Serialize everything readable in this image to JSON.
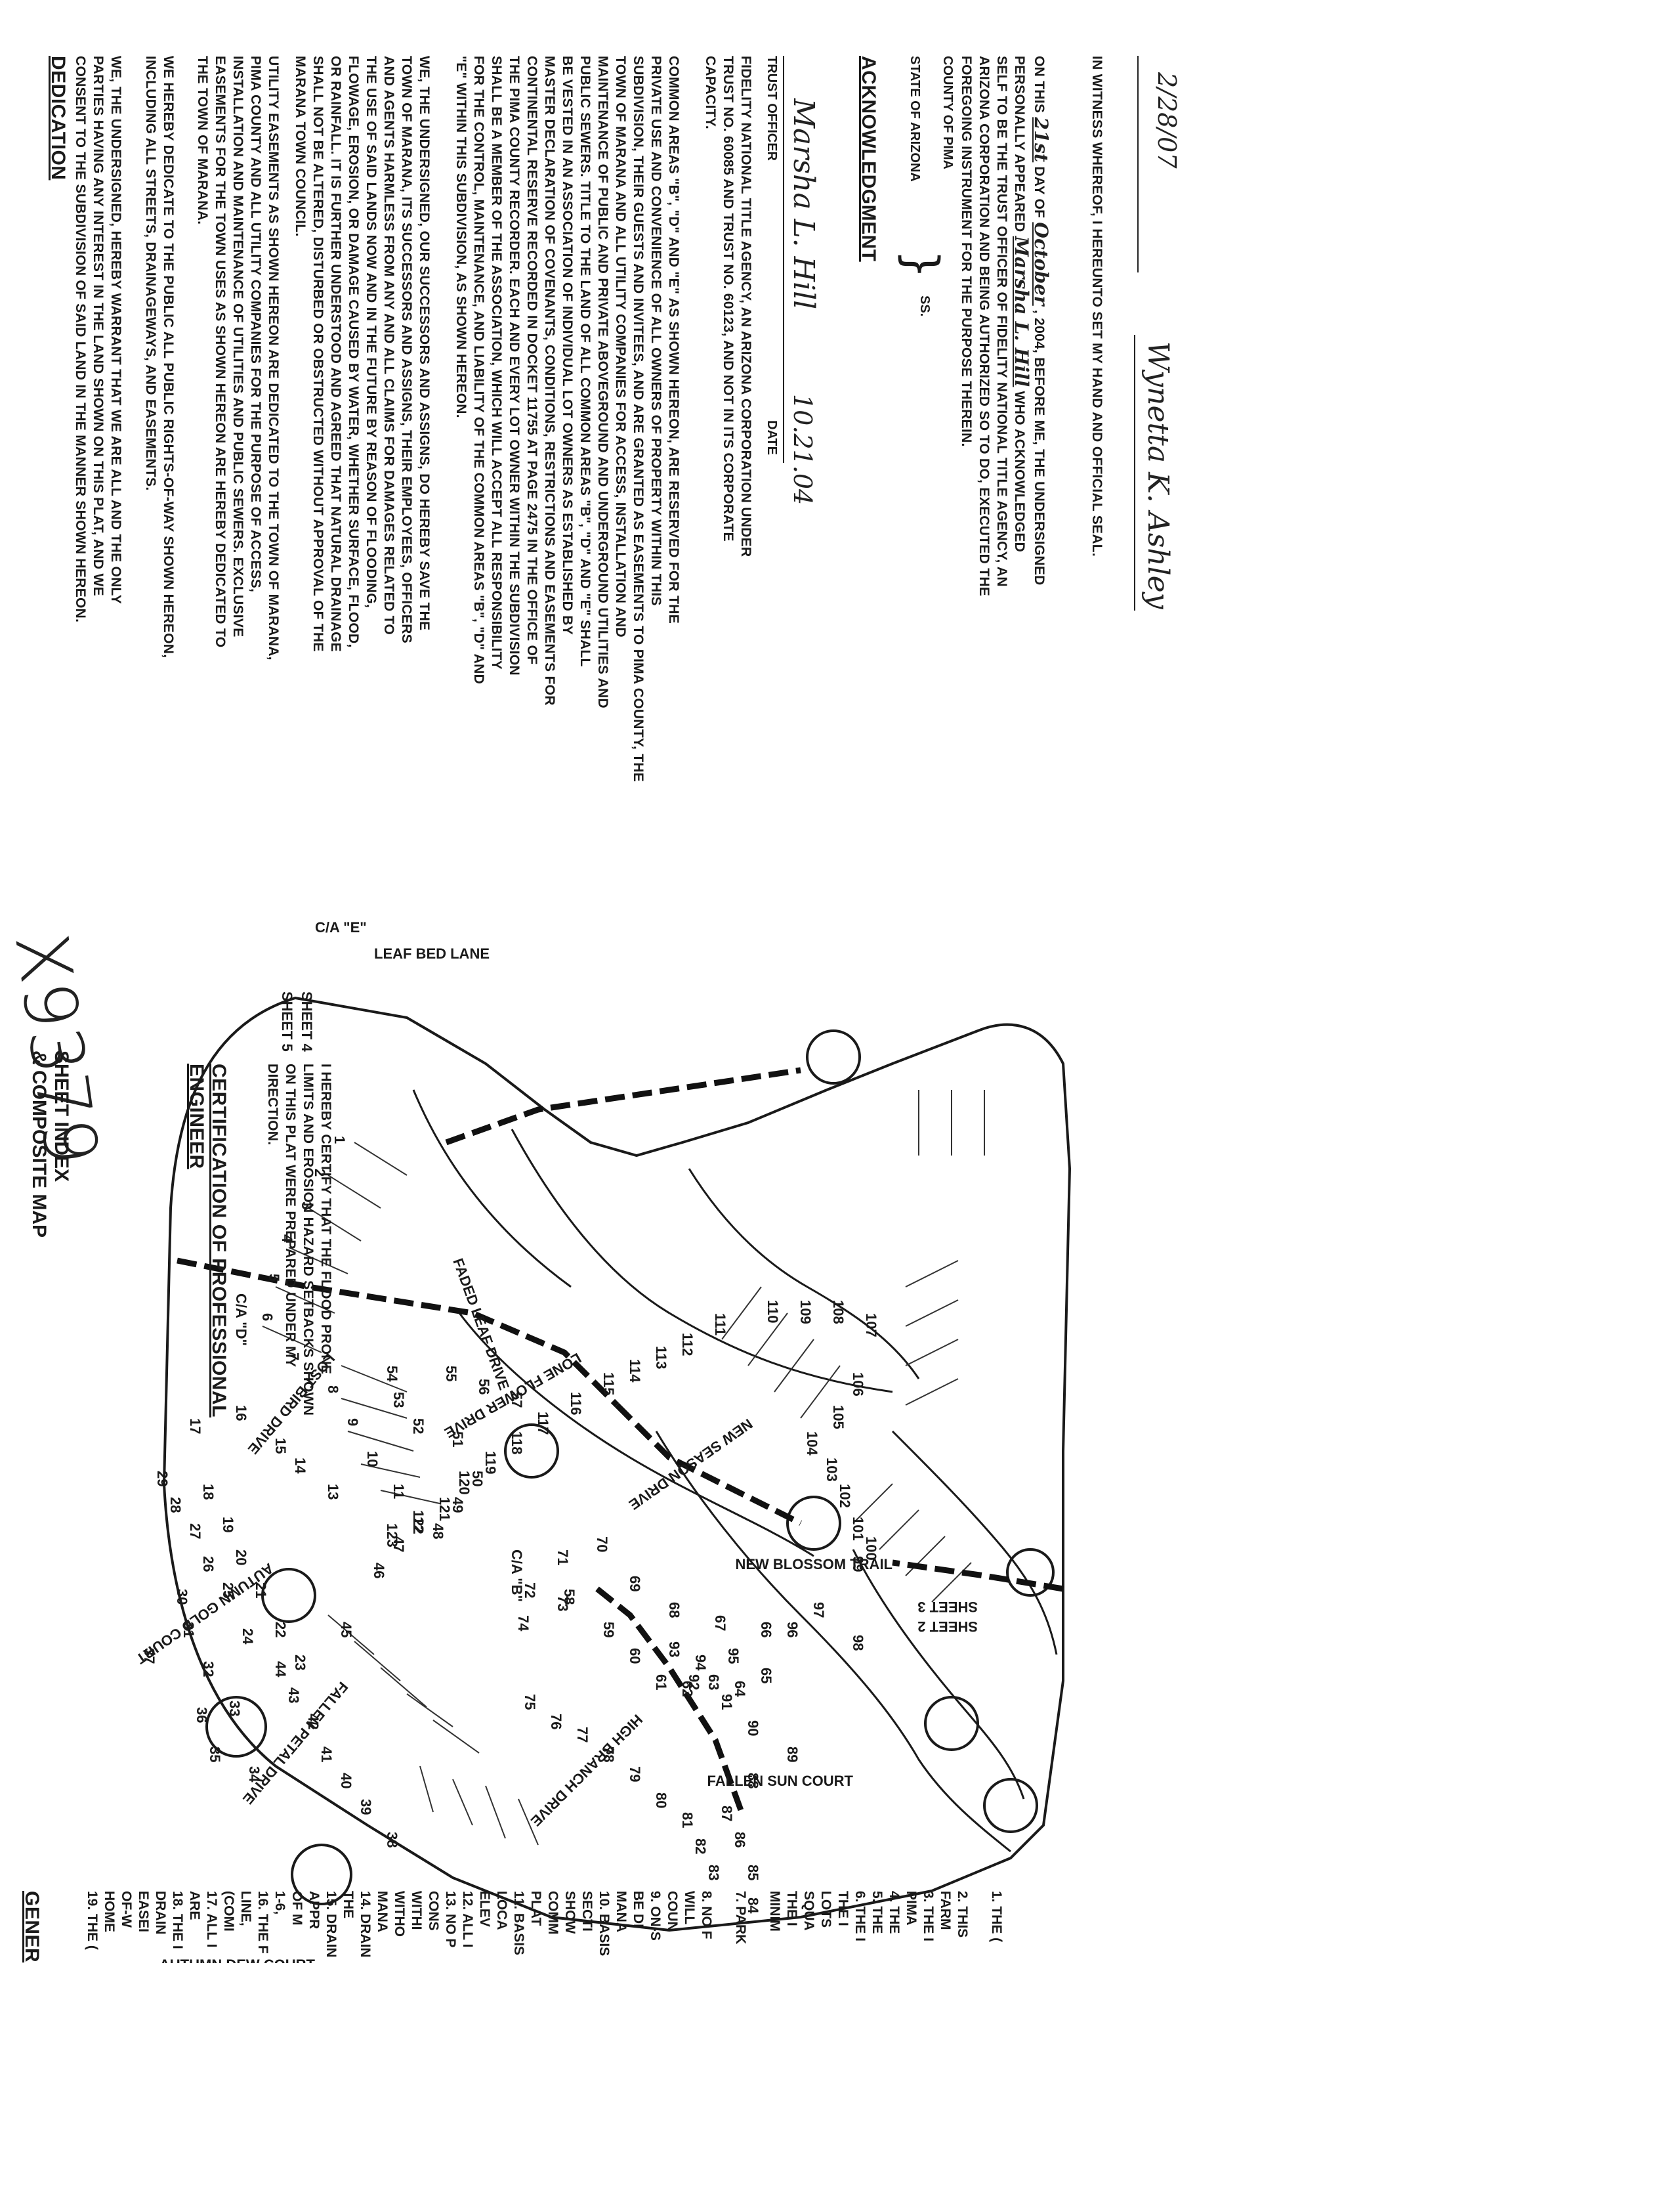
{
  "dedication": {
    "heading": "DEDICATION",
    "para1": [
      "WE, THE UNDERSIGNED, HEREBY WARRANT THAT WE ARE ALL AND THE ONLY",
      "PARTIES HAVING ANY INTEREST IN THE LAND SHOWN ON THIS PLAT, AND WE",
      "CONSENT TO THE SUBDIVISION OF SAID LAND IN THE MANNER SHOWN HEREON."
    ],
    "para2": [
      "WE HEREBY DEDICATE TO THE PUBLIC ALL PUBLIC RIGHTS-OF-WAY SHOWN HEREON,",
      "INCLUDING ALL STREETS, DRAINAGEWAYS, AND EASEMENTS."
    ],
    "para3": [
      "UTILITY EASEMENTS AS SHOWN HEREON ARE DEDICATED TO THE TOWN OF MARANA,",
      "PIMA COUNTY AND ALL UTILITY COMPANIES FOR THE PURPOSE OF ACCESS,",
      "INSTALLATION AND MAINTENANCE OF UTILITIES AND PUBLIC SEWERS. EXCLUSIVE",
      "EASEMENTS FOR THE TOWN USES AS SHOWN HEREON ARE HEREBY DEDICATED TO",
      "THE TOWN OF MARANA."
    ],
    "para4": [
      "WE, THE UNDERSIGNED, OUR SUCCESSORS AND ASSIGNS, DO HEREBY SAVE THE",
      "TOWN OF MARANA, ITS SUCCESSORS AND ASSIGNS, THEIR EMPLOYEES, OFFICERS",
      "AND AGENTS HARMLESS FROM ANY AND ALL CLAIMS FOR DAMAGES RELATED TO",
      "THE USE OF SAID LANDS NOW AND IN THE FUTURE BY REASON OF FLOODING,",
      "FLOWAGE, EROSION, OR DAMAGE CAUSED BY WATER, WHETHER SURFACE, FLOOD,",
      "OR RAINFALL. IT IS FURTHER UNDERSTOOD AND AGREED THAT NATURAL DRAINAGE",
      "SHALL NOT BE ALTERED, DISTURBED OR OBSTRUCTED WITHOUT APPROVAL OF THE",
      "MARANA TOWN COUNCIL."
    ],
    "para5": [
      "COMMON AREAS \"B\", \"D\" AND \"E\" AS SHOWN HEREON, ARE RESERVED FOR THE",
      "PRIVATE USE AND CONVENIENCE OF ALL OWNERS OF PROPERTY WITHIN THIS",
      "SUBDIVISION, THEIR GUESTS AND INVITEES, AND ARE GRANTED AS EASEMENTS TO PIMA COUNTY, THE",
      "TOWN OF MARANA AND ALL UTILITY COMPANIES FOR ACCESS, INSTALLATION AND",
      "MAINTENANCE OF PUBLIC AND PRIVATE ABOVEGROUND AND UNDERGROUND UTILITIES AND",
      "PUBLIC SEWERS. TITLE TO THE LAND OF ALL COMMON AREAS \"B\", \"D\" AND \"E\" SHALL",
      "BE VESTED IN AN ASSOCIATION OF INDIVIDUAL LOT OWNERS AS ESTABLISHED BY",
      "MASTER DECLARATION OF COVENANTS, CONDITIONS, RESTRICTIONS AND EASEMENTS FOR",
      "CONTINENTAL RESERVE RECORDED IN DOCKET 11755 AT PAGE 2475 IN THE OFFICE OF",
      "THE PIMA COUNTY RECORDER. EACH AND EVERY LOT OWNER WITHIN THE SUBDIVISION",
      "SHALL BE A MEMBER OF THE ASSOCIATION, WHICH WILL ACCEPT ALL RESPONSIBILITY",
      "FOR THE CONTROL, MAINTENANCE, AND LIABILITY OF THE COMMON AREAS \"B\", \"D\" AND",
      "\"E\" WITHIN THIS SUBDIVISION, AS SHOWN HEREON."
    ],
    "para6": [
      "FIDELITY NATIONAL TITLE AGENCY, AN ARIZONA CORPORATION UNDER",
      "TRUST NO. 60085 AND TRUST NO. 60123, AND NOT IN ITS CORPORATE",
      "CAPACITY."
    ],
    "signature": "Marsha L. Hill",
    "date_value": "10.21.04",
    "trust_officer_label": "TRUST OFFICER",
    "date_label": "DATE"
  },
  "acknowledgment": {
    "heading": "ACKNOWLEDGMENT",
    "state": "STATE OF ARIZONA",
    "county": "COUNTY OF PIMA",
    "ss": "SS.",
    "line1_a": "ON THIS",
    "day": "21st",
    "line1_b": "DAY OF",
    "month": "October",
    "line1_c": ", 2004, BEFORE ME, THE UNDERSIGNED",
    "line2_a": "PERSONALLY APPEARED",
    "appeared": "Marsha L. Hill",
    "line2_b": "WHO ACKNOWLEDGED",
    "line3": "SELF TO BE THE TRUST OFFICER OF FIDELITY NATIONAL TITLE AGENCY, AN",
    "line4": "ARIZONA CORPORATION AND BEING AUTHORIZED SO TO DO, EXECUTED THE",
    "line5": "FOREGOING INSTRUMENT FOR THE PURPOSE THEREIN.",
    "witness": "IN WITNESS WHEREOF, I HEREUNTO SET MY HAND AND OFFICIAL SEAL.",
    "notary_signature": "Wynetta K. Ashley",
    "notary_date": "2/28/07"
  },
  "stamp": "X9379",
  "sheet_index": {
    "title1": "SHEET INDEX",
    "title2": "& COMPOSITE MAP",
    "streets": [
      "LEAF BED LANE",
      "FADED LEAF DRIVE",
      "LOST BIRD DRIVE",
      "AUTUMN GOLD COURT",
      "AUTUMN DEW COURT",
      "FALLEN PETAL DRIVE",
      "LONE FLOWER DRIVE",
      "HIGH BRANCH DRIVE",
      "NEW SEASON DRIVE",
      "NEW BLOSSOM TRAIL",
      "FALLEN SUN COURT"
    ],
    "sheets": [
      "SHEET 5",
      "SHEET 4",
      "SHEET 3",
      "SHEET 2"
    ],
    "common_areas": [
      "C/A \"D\"",
      "C/A \"E\"",
      "C/A \"B\""
    ]
  },
  "certification": {
    "heading": "CERTIFICATION OF PROFESSIONAL ENGINEER",
    "text": [
      "I HEREBY CERTIFY THAT THE FLOOD PRONE",
      "LIMITS AND EROSION HAZARD SETBACKS SHOWN",
      "ON THIS PLAT WERE PREPARED UNDER MY",
      "DIRECTION."
    ]
  },
  "general_notes": {
    "heading": "GENER",
    "items": [
      "1.  THE (",
      "",
      "2.  THIS",
      "     FARM",
      "3.  THE I",
      "     PIMA",
      "4.  THE",
      "5.  THE",
      "6.  THE I",
      "     THE I",
      "     LOTS",
      "     SQUA",
      "     THE I",
      "     MINIM",
      "",
      "7.  PARK",
      "",
      "8.  NO F",
      "     WILL",
      "     COUN",
      "9.  ON-S",
      "     BE DI",
      "     MANA",
      "10. BASIS",
      "     SECTI",
      "     SHOW",
      "     COMM",
      "     PLAT",
      "11. BASIS",
      "     LOCA",
      "     ELEV",
      "12. ALL I",
      "13. NO P",
      "     CONS",
      "     WITHI",
      "     WITHO",
      "     MANA",
      "14. DRAIN",
      "     THE",
      "15. DRAIN",
      "     APPR",
      "     OF M",
      "     1-6,",
      "16. THE F",
      "     LINE,",
      "     (COMI",
      "17. ALL I",
      "     ARE",
      "18. THE I",
      "     DRAIN",
      "     EASEI",
      "     OF-W",
      "     HOME",
      "19. THE ("
    ]
  }
}
